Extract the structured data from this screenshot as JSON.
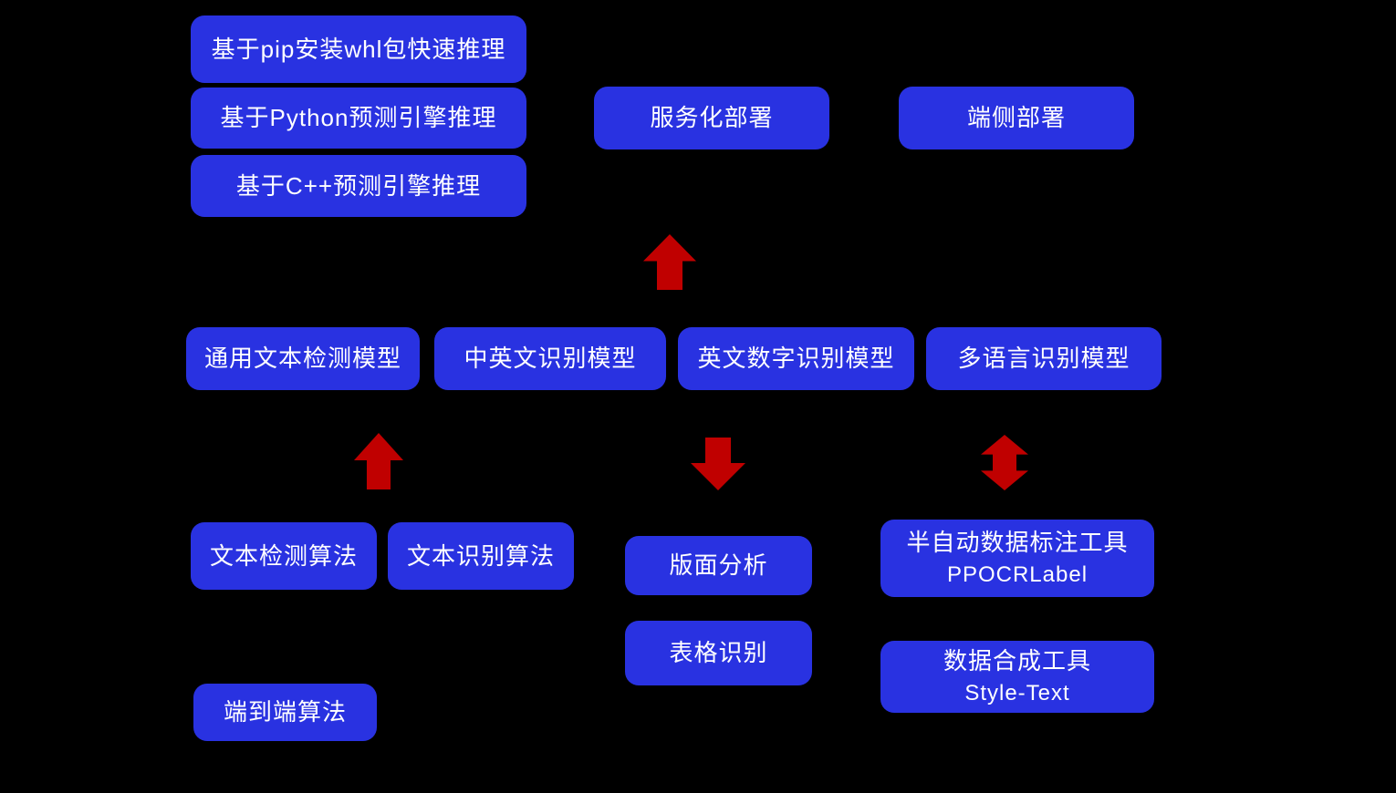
{
  "colors": {
    "background": "#000000",
    "box_blue": "#2932E1",
    "arrow_red": "#C00000",
    "text_white": "#FFFFFF"
  },
  "boxes": {
    "pip_whl": {
      "label": "基于pip安装whl包快速推理"
    },
    "py_engine": {
      "label": "基于Python预测引擎推理"
    },
    "cpp_engine": {
      "label": "基于C++预测引擎推理"
    },
    "serving_deploy": {
      "label": "服务化部署"
    },
    "edge_deploy": {
      "label": "端侧部署"
    },
    "det_model": {
      "label": "通用文本检测模型"
    },
    "rec_model_zh_en": {
      "label": "中英文识别模型"
    },
    "rec_model_en_num": {
      "label": "英文数字识别模型"
    },
    "rec_model_multi": {
      "label": "多语言识别模型"
    },
    "det_algo": {
      "label": "文本检测算法"
    },
    "rec_algo": {
      "label": "文本识别算法"
    },
    "layout_analysis": {
      "label": "版面分析"
    },
    "table_rec": {
      "label": "表格识别"
    },
    "ppocrlabel": {
      "line1": "半自动数据标注工具",
      "line2": "PPOCRLabel"
    },
    "style_text": {
      "line1": "数据合成工具",
      "line2": "Style-Text"
    },
    "e2e_algo": {
      "label": "端到端算法"
    }
  },
  "arrows": {
    "deploy_up": {
      "direction": "up"
    },
    "detection_up": {
      "direction": "up"
    },
    "layout_down": {
      "direction": "down"
    },
    "tools_updown": {
      "direction": "up-down"
    }
  }
}
